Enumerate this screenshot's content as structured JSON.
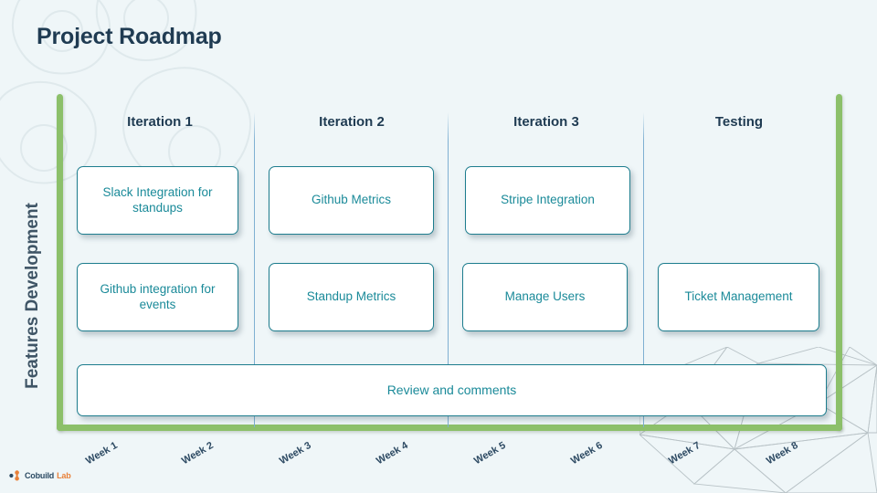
{
  "title": "Project Roadmap",
  "axis": {
    "y_label": "Features Development",
    "x_ticks": [
      "Week 1",
      "Week 2",
      "Week 3",
      "Week 4",
      "Week 5",
      "Week 6",
      "Week 7",
      "Week 8"
    ]
  },
  "columns": [
    {
      "id": "iteration-1",
      "label": "Iteration 1"
    },
    {
      "id": "iteration-2",
      "label": "Iteration 2"
    },
    {
      "id": "iteration-3",
      "label": "Iteration 3"
    },
    {
      "id": "testing",
      "label": "Testing"
    }
  ],
  "cards": {
    "row1": [
      "Slack Integration for standups",
      "Github Metrics",
      "Stripe Integration",
      ""
    ],
    "row2": [
      "Github integration for events",
      "Standup Metrics",
      "Manage Users",
      "Ticket Management"
    ],
    "full_width": "Review and comments"
  },
  "logo": {
    "name_primary": "Cobuild",
    "name_secondary": "Lab",
    "icon": "cobuild-logo-icon"
  },
  "colors": {
    "background": "#eff6f8",
    "title": "#1f3b52",
    "frame_green": "#8cc06a",
    "card_border": "#1d7d8e",
    "card_text": "#1a8a99",
    "divider": "#7fb0d2",
    "axis_label": "#3f5566",
    "logo_primary": "#2b4a63",
    "logo_secondary": "#e8813a"
  }
}
